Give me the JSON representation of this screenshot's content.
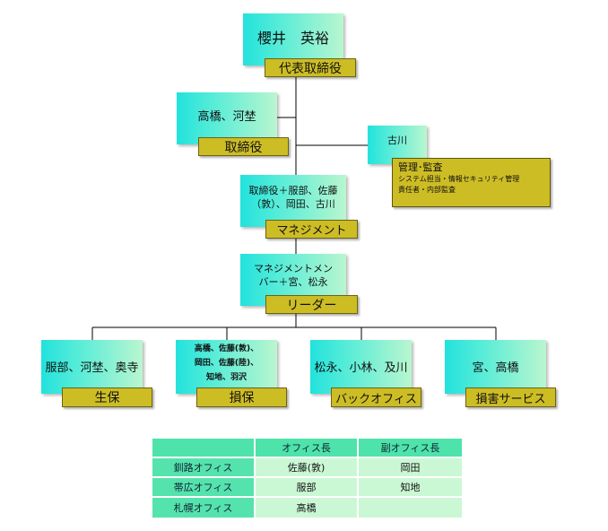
{
  "org": {
    "ceo": {
      "name": "櫻井　英裕",
      "role": "代表取締役"
    },
    "director": {
      "name": "高橋、河埜",
      "role": "取締役"
    },
    "auditor": {
      "name": "古川",
      "title": "管理･監査",
      "desc1": "システム担当・情報セキュリティ管理",
      "desc2": "責任者・内部監査"
    },
    "management": {
      "line1": "取締役＋服部、佐藤",
      "line2": "（敦）、岡田、古川",
      "role": "マネジメント"
    },
    "leader": {
      "line1": "マネジメントメン",
      "line2": "バー＋宮、松永",
      "role": "リーダー"
    },
    "units": [
      {
        "members": "服部、河埜、奥寺",
        "role": "生保"
      },
      {
        "line1": "高橋、佐藤(敦)、",
        "line2": "岡田、佐藤(陸)、",
        "line3": "知地、羽沢",
        "role": "損保"
      },
      {
        "members": "松永、小林、及川",
        "role": "バックオフィス"
      },
      {
        "members": "宮、高橋",
        "role": "損害サービス"
      }
    ]
  },
  "offices": {
    "headers": [
      "",
      "オフィス長",
      "副オフィス長"
    ],
    "rows": [
      {
        "name": "釧路オフィス",
        "head": "佐藤(敦)",
        "deputy": "岡田"
      },
      {
        "name": "帯広オフィス",
        "head": "服部",
        "deputy": "知地"
      },
      {
        "name": "札幌オフィス",
        "head": "高橋",
        "deputy": ""
      }
    ]
  }
}
